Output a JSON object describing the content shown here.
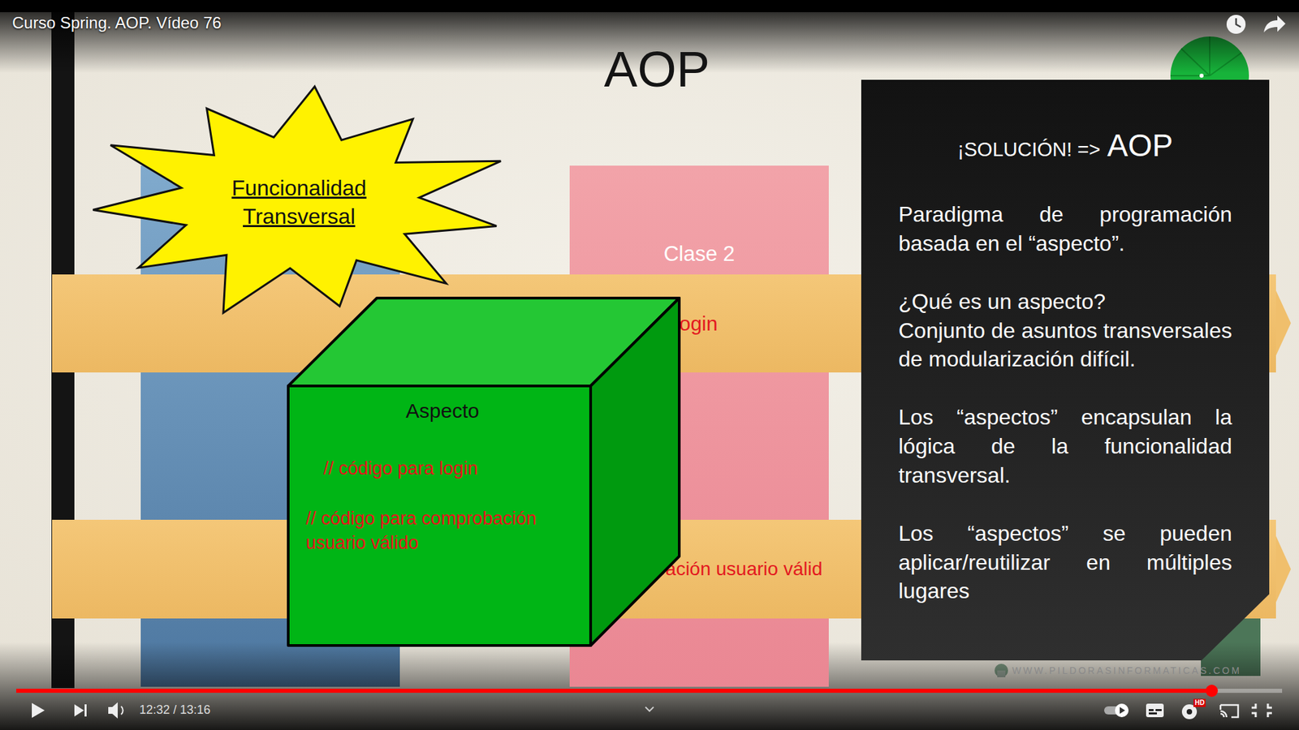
{
  "diagram": {
    "title": "AOP",
    "nodes": [
      {
        "text": [
          "Funcionalidad Transversal"
        ]
      },
      {
        "text": [
          "Clase 2"
        ]
      },
      {
        "text": [
          "ogin"
        ]
      },
      {
        "text": [
          "bación usuario válid"
        ]
      },
      {
        "text": [
          "Aspecto",
          "// código para login",
          "// código para comprobación usuario válido"
        ]
      },
      {
        "text": [
          "¡SOLUCIÓN! =>",
          "AOP",
          "Paradigma de programación basada en el “aspecto”.",
          "¿Qué es un aspecto?",
          "Conjunto de asuntos transversales de modularización difícil.",
          "Los “aspectos” encapsulan la lógica de la funcionalidad transversal.",
          "Los “aspectos” se pueden aplicar/reutilizar en múltiples lugares"
        ]
      }
    ],
    "labels": [
      "Curso Spring. AOP. Vídeo 76",
      "WWW.PILDORASINFORMATICAS.COM",
      "12:32 / 13:16",
      "HD"
    ]
  }
}
